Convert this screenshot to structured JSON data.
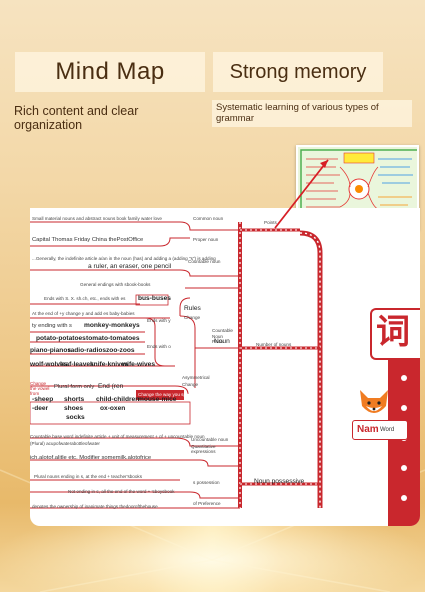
{
  "header": {
    "title": "Mind Map",
    "subtitle": "Strong memory",
    "tagline": "Rich content and clear organization",
    "description": "Systematic learning of various types of grammar"
  },
  "mindmap": {
    "title_char": "词",
    "badge_main": "Nam",
    "badge_word": "Word",
    "center": "Noun",
    "labels": {
      "common_noun": "Common noun",
      "proper_noun": "Proper noun",
      "countable_noun": "Countable noun",
      "uncountable_noun": "Uncountable noun",
      "number_of_nouns": "Number of nouns",
      "noun_possessive": "Noun possessive",
      "rules": "Rules",
      "change": "Change",
      "countable_noun_plural": "Countable Noun Plural",
      "asymmetrical_change": "Asymmetrical Change",
      "points": "Points",
      "quantitative_expressions": "Quantitative expressions",
      "s_possession": "s possession",
      "of_preference": "of Preference"
    },
    "rows": {
      "r1": "Small material nouns and abstract nouns book family water love",
      "r2": "Capital Thomas Friday China thePostOffice",
      "r3": "...Generally, the indefinite article a/an in the noun (has) and adding a (adding \"s\") is adding",
      "r4": "a ruler, an eraser, one pencil",
      "r5": "General endings with sbook-books",
      "r6": "Ends with S. X. sh.ch, etc., ends with es",
      "r6b": "bus-buses",
      "r7": "At the end of +y change y and add es baby-babies",
      "r8": "ty ending with s",
      "r8b": "monkey-monkeys",
      "r8c": "Ends with y",
      "r9a": "potato-potatoes",
      "r9b": "tomato-tomatoes",
      "r10a": "piano-pianos",
      "r10b": "radio-radios",
      "r10c": "zoo-zoos",
      "r10d": "Ends with o",
      "r11a": "wolf-wolves",
      "r11b": "leaf-leaves",
      "r11c": "knife-knives",
      "r11d": "wife-wives",
      "r12": "Change the vowel from",
      "r12b": "Plural form only",
      "r12c": "End (ren",
      "r12d": "Change the way you spell",
      "r13a": "-sheep",
      "r13b": "-deer",
      "r13c": "shorts",
      "r13d": "shoes",
      "r13e": "socks",
      "r13f": "child-children",
      "r13g": "ox-oxen",
      "r13h": "mouse-mice",
      "r14": "Countable base word indefinite article + unit of measurement + of + uncountable noun",
      "r14b": "(Plural) acupofwaterabottleofwater",
      "r15": "ich.alotof.alitle etc. Modifier somemilk.alotofrice",
      "r16": "Plural nouns ending in s, at the end + teacher'sbooks",
      "r17": "Not ending in s, all the end of the word + 'sboysbook",
      "r18": "denotes the ownership of inanimate things thedoorofthehouse"
    }
  }
}
